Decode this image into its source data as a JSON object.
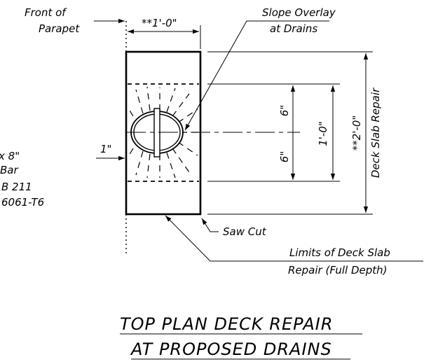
{
  "labels": {
    "front_of_parapet": [
      "Front of",
      "Parapet"
    ],
    "slope_overlay": [
      "Slope Overlay",
      "at Drains"
    ],
    "left_note": [
      "x 8\"",
      "Bar",
      "B 211",
      "6061-T6"
    ],
    "saw_cut": "Saw Cut",
    "limits": [
      "Limits of Deck Slab",
      "Repair (Full Depth)"
    ],
    "deck_slab_repair": "Deck Slab Repair"
  },
  "dimensions": {
    "width_top": "**1'-0\"",
    "left_offset": "1\"",
    "upper_half": "6\"",
    "lower_half": "6\"",
    "total_inner": "1'-0\"",
    "total_outer": "**2'-0\""
  },
  "title": {
    "line1": "TOP PLAN DECK REPAIR",
    "line2": "AT PROPOSED DRAINS"
  }
}
